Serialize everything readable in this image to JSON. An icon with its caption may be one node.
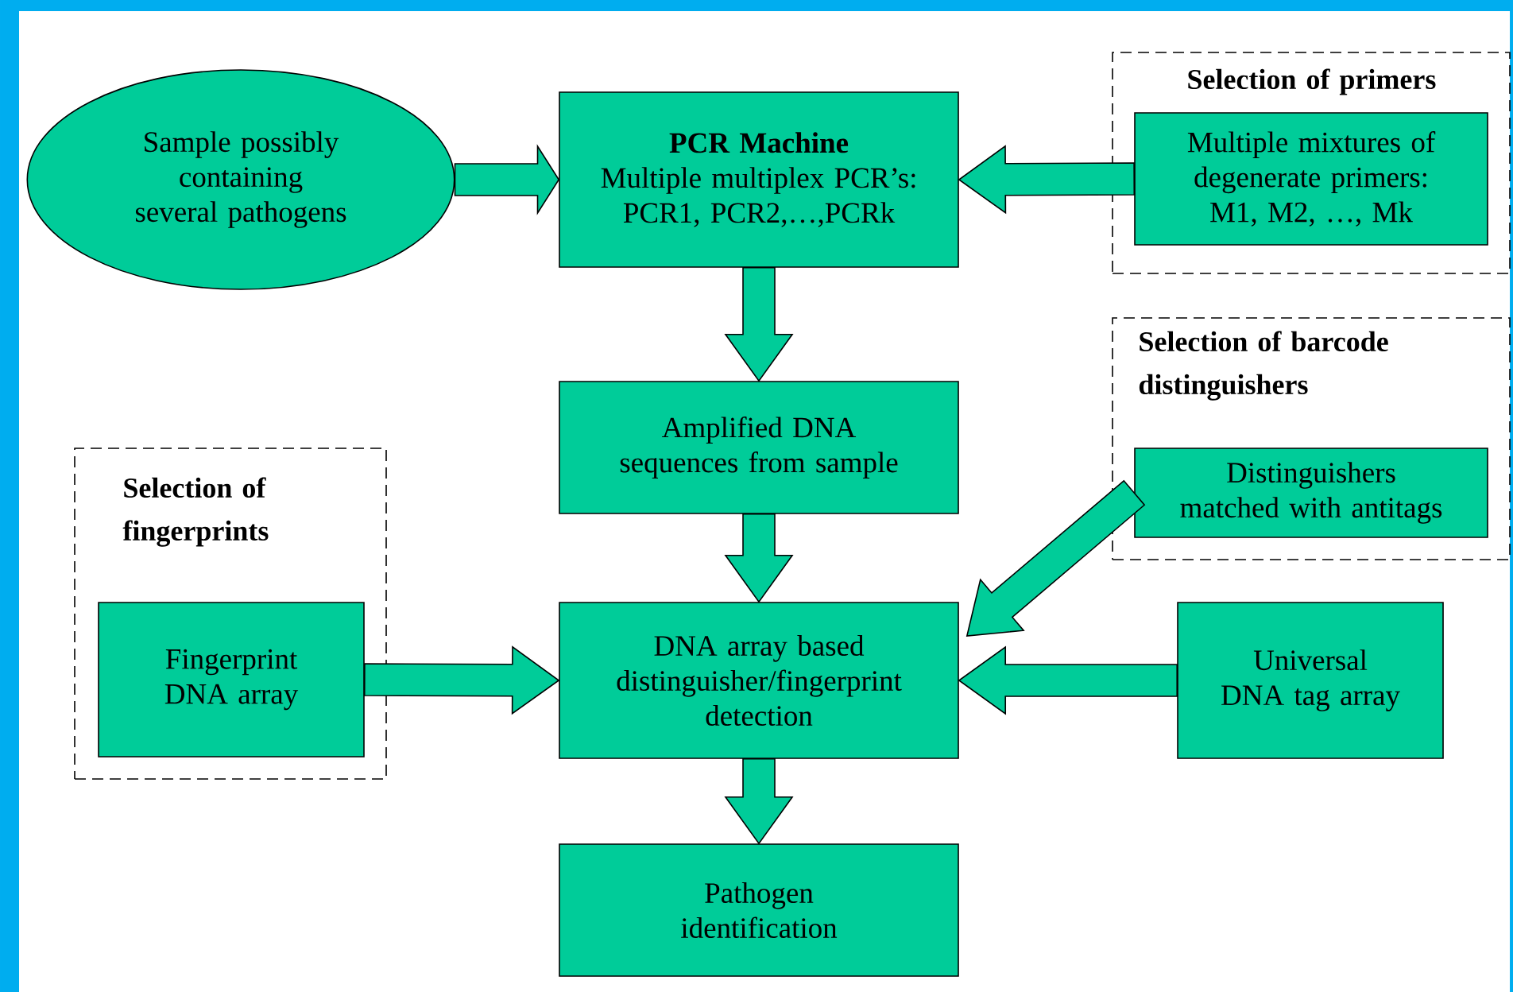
{
  "diagram": {
    "nodes": [
      {
        "text": [
          "Sample possibly containing several pathogens"
        ]
      },
      {
        "text": [
          "PCR Machine",
          "Multiple multiplex PCR’s: PCR1, PCR2,…,PCRk"
        ]
      },
      {
        "text": [
          "Selection of primers"
        ]
      },
      {
        "text": [
          "Multiple mixtures of degenerate primers: M1, M2, …, Mk"
        ],
        "in": 2
      },
      {
        "text": [
          "Amplified DNA sequences from sample"
        ]
      },
      {
        "text": [
          "Selection of barcode distinguishers"
        ]
      },
      {
        "text": [
          "Distinguishers matched with antitags"
        ],
        "in": 5
      },
      {
        "text": [
          "Selection of fingerprints"
        ]
      },
      {
        "text": [
          "Fingerprint DNA array"
        ],
        "in": 7
      },
      {
        "text": [
          "DNA array based distinguisher/fingerprint detection"
        ]
      },
      {
        "text": [
          "Universal DNA tag array"
        ]
      },
      {
        "text": [
          "Pathogen identification"
        ]
      }
    ],
    "edges": [
      {
        "from": 0,
        "to": 1,
        "arrow": "to"
      },
      {
        "from": 3,
        "to": 1,
        "arrow": "to"
      },
      {
        "from": 1,
        "to": 4,
        "arrow": "to"
      },
      {
        "from": 4,
        "to": 9,
        "arrow": "to"
      },
      {
        "from": 6,
        "to": 9,
        "arrow": "to"
      },
      {
        "from": 8,
        "to": 9,
        "arrow": "to"
      },
      {
        "from": 10,
        "to": 9,
        "arrow": "to"
      },
      {
        "from": 9,
        "to": 11,
        "arrow": "to"
      }
    ]
  }
}
